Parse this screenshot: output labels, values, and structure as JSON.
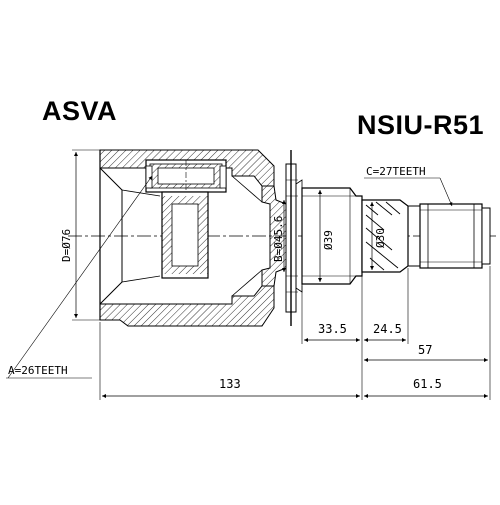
{
  "header": {
    "brand": "ASVA",
    "part_number": "NSIU-R51"
  },
  "labels": {
    "outer_diameter": "D=Ø76",
    "outer_splines": "A=26TEETH",
    "seal_diameter": "B=Ø45.6",
    "shaft_diameter": "Ø39",
    "spline_diameter": "Ø30",
    "shaft_splines": "C=27TEETH"
  },
  "dimensions": {
    "d_33_5": "33.5",
    "d_24_5": "24.5",
    "d_57": "57",
    "d_133": "133",
    "d_61_5": "61.5"
  }
}
